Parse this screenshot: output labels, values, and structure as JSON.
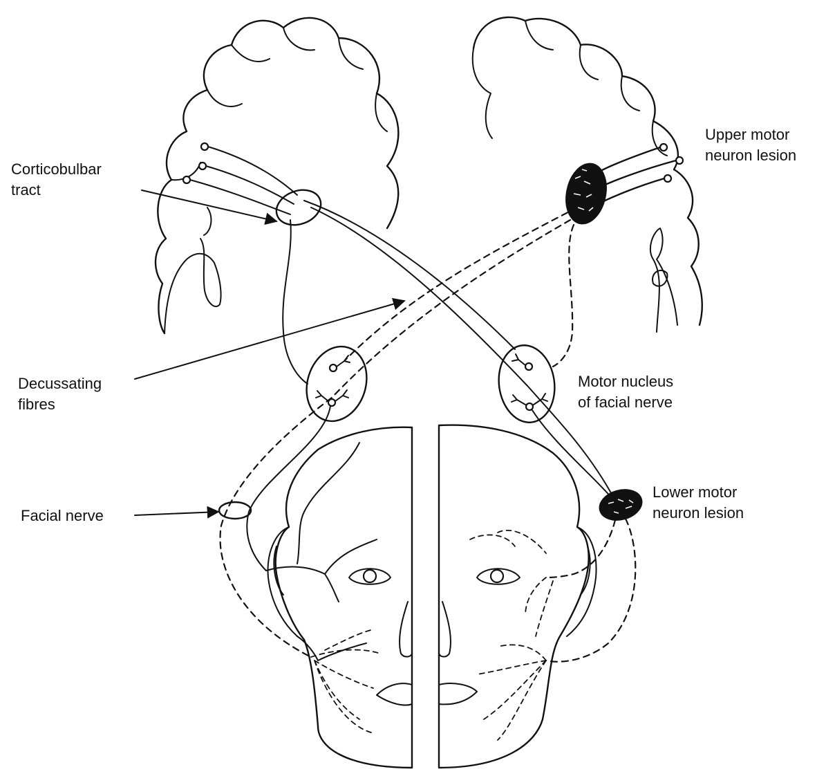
{
  "labels": {
    "corticobulbar": [
      "Corticobulbar",
      "tract"
    ],
    "upper_lesion": [
      "Upper motor",
      "neuron lesion"
    ],
    "decussating": [
      "Decussating",
      "fibres"
    ],
    "motor_nucleus": [
      "Motor nucleus",
      "of facial nerve"
    ],
    "facial_nerve": "Facial nerve",
    "lower_lesion": [
      "Lower motor",
      "neuron lesion"
    ]
  },
  "colors": {
    "ink": "#111111",
    "background": "#ffffff"
  }
}
